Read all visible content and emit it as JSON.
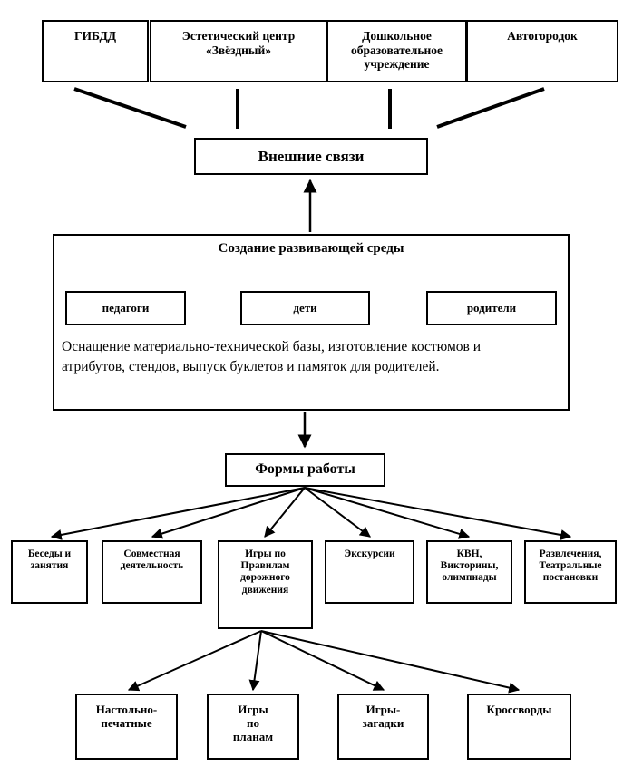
{
  "diagram": {
    "title_implicit": "",
    "colors": {
      "line": "#000000",
      "box_border": "#000000",
      "background": "#ffffff",
      "text": "#000000"
    },
    "top_row": [
      {
        "label": "ГИБДД"
      },
      {
        "label": "Эстетический центр\n«Звёздный»"
      },
      {
        "label": "Дошкольное\nобразовательное\nучреждение"
      },
      {
        "label": "Автогородок"
      }
    ],
    "external_links": {
      "label": "Внешние связи"
    },
    "environment": {
      "title": "Создание развивающей среды",
      "nodes": [
        {
          "label": "педагоги"
        },
        {
          "label": "дети"
        },
        {
          "label": "родители"
        }
      ],
      "description": "Оснащение материально-технической базы, изготовление костюмов и атрибутов, стендов, выпуск буклетов и памяток для родителей."
    },
    "work_forms": {
      "label": "Формы работы"
    },
    "forms": [
      {
        "label": "Беседы и\nзанятия"
      },
      {
        "label": "Совместная\nдеятельность"
      },
      {
        "label": "Игры по\nПравилам\nдорожного\nдвижения"
      },
      {
        "label": "Экскурсии"
      },
      {
        "label": "КВН,\nВикторины,\nолимпиады"
      },
      {
        "label": "Развлечения,\nТеатральные\nпостановки"
      }
    ],
    "games": [
      {
        "label": "Настольно-\nпечатные"
      },
      {
        "label": "Игры\nпо\nпланам"
      },
      {
        "label": "Игры-\nзагадки"
      },
      {
        "label": "Кроссворды"
      }
    ]
  }
}
